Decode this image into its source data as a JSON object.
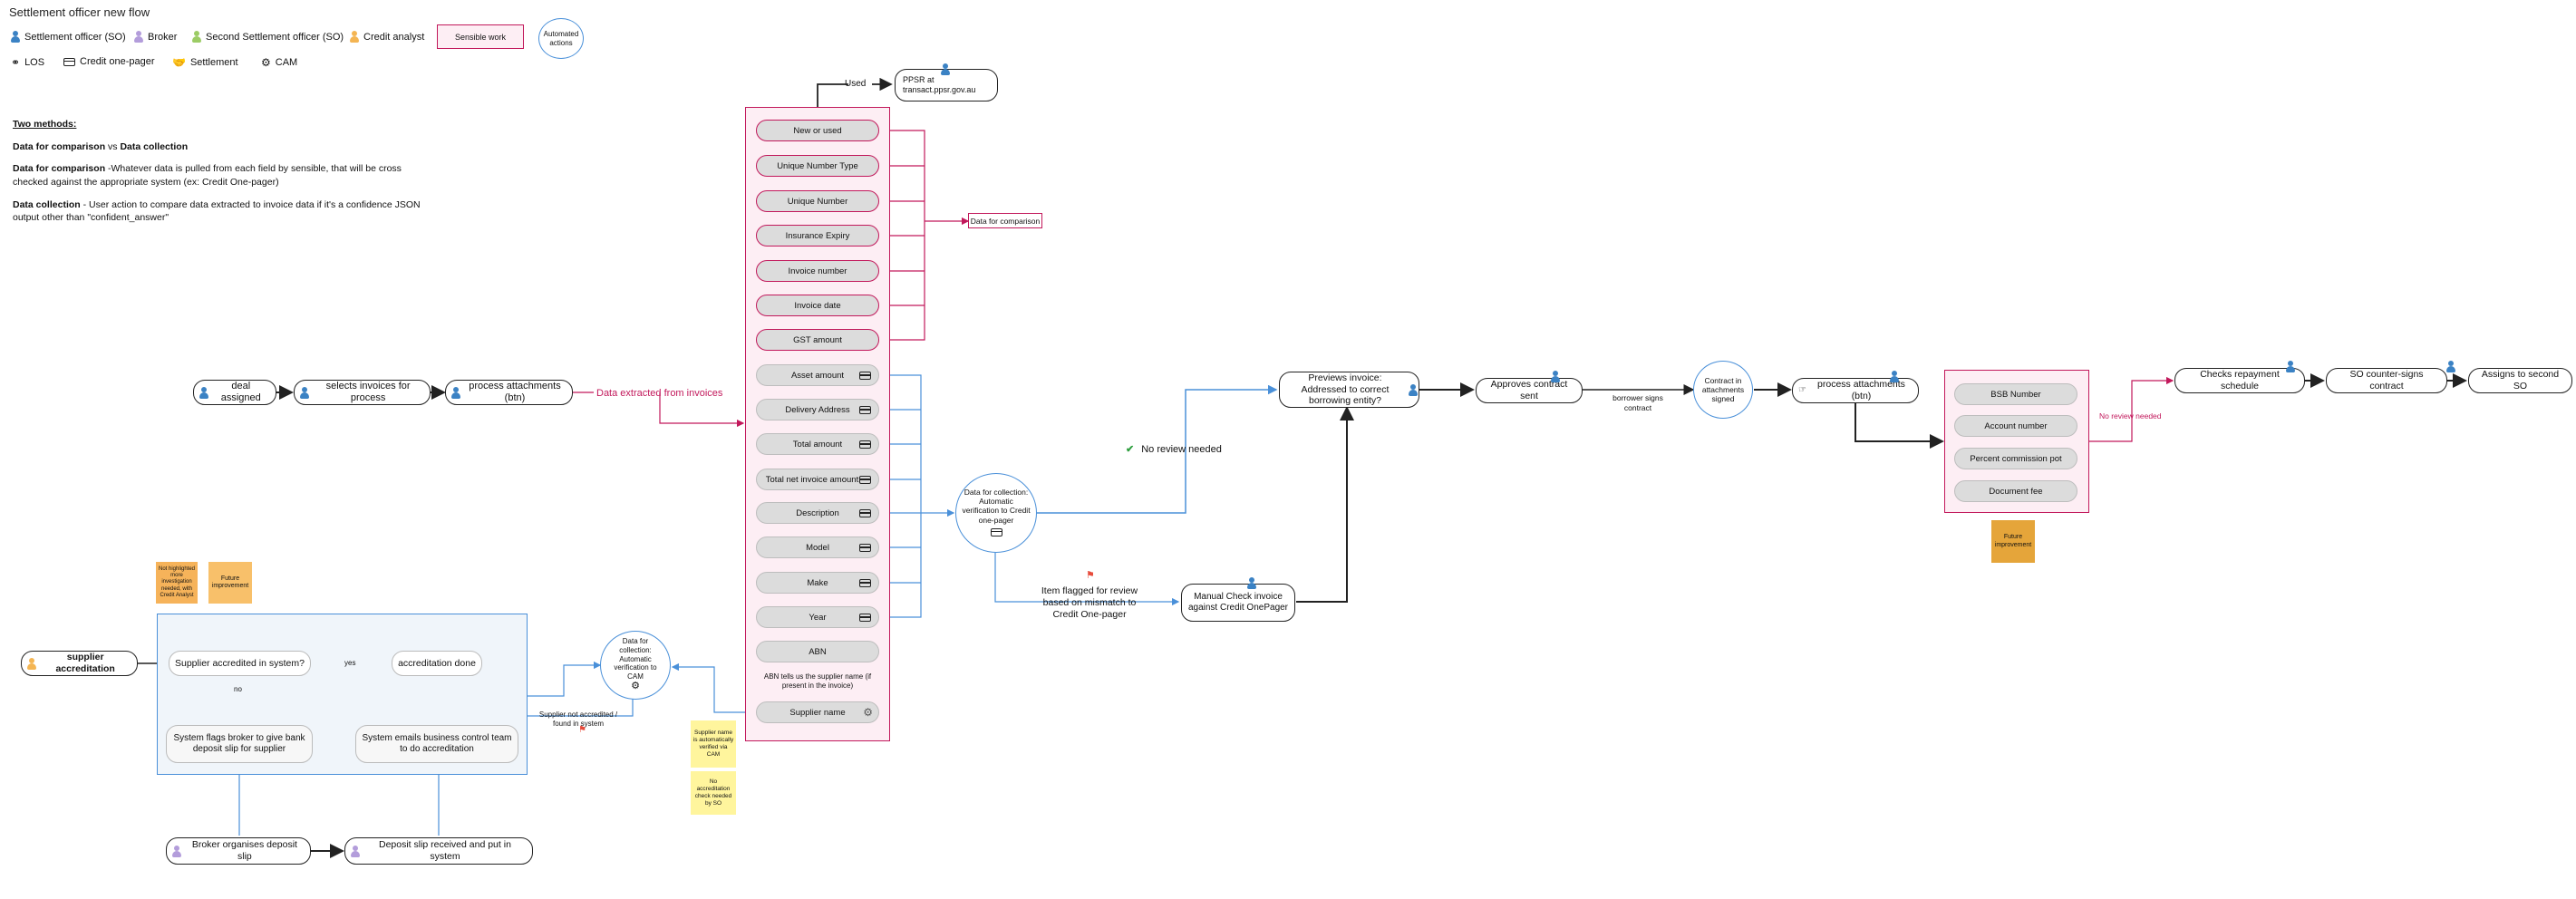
{
  "title": "Settlement officer new flow",
  "legend": {
    "roles": [
      {
        "label": "Settlement officer (SO)",
        "color": "#3b82c4"
      },
      {
        "label": "Broker",
        "color": "#b39ddb"
      },
      {
        "label": "Second Settlement officer (SO)",
        "color": "#9ccc65"
      },
      {
        "label": "Credit analyst",
        "color": "#f4b553"
      }
    ],
    "systems": [
      {
        "label": "LOS",
        "icon": "headset-icon"
      },
      {
        "label": "Credit one-pager",
        "icon": "card-icon"
      },
      {
        "label": "Settlement",
        "icon": "handshake-icon"
      },
      {
        "label": "CAM",
        "icon": "cam-icon"
      }
    ],
    "sensible_work": "Sensible work",
    "automated_actions": "Automated actions"
  },
  "notes": {
    "heading": "Two methods:",
    "line1_a": "Data for comparison",
    "line1_b": " vs ",
    "line1_c": "Data collection",
    "line2_a": "Data for comparison",
    "line2_b": " -Whatever data is pulled from each field  by sensible, that will be cross checked against the  appropriate system (ex: Credit One-pager)",
    "line3_a": "Data collection",
    "line3_b": " - User action to compare data extracted to invoice data if it's a confidence JSON output other than \"confident_answer\""
  },
  "main_flow": {
    "deal_assigned": "deal assigned",
    "selects_invoices": "selects invoices for process",
    "process_attachments": "process attachments (btn)",
    "data_extracted": "Data extracted from invoices"
  },
  "fields": {
    "comparison": [
      "New or used",
      "Unique Number Type",
      "Unique Number",
      "Insurance Expiry",
      "Invoice number",
      "Invoice date",
      "GST amount"
    ],
    "collection": [
      "Asset amount",
      "Delivery Address",
      "Total amount",
      "Total net invoice amount",
      "Description",
      "Model",
      "Make",
      "Year"
    ],
    "abn": "ABN",
    "supplier_name": "Supplier name"
  },
  "used_label": "Used",
  "ppsr": "PPSR at transact.ppsr.gov.au",
  "data_for_comparison": "Data for comparison",
  "abn_note": "ABN tells us the supplier name (if present in the invoice)",
  "collection_circle": "Data for collection: Automatic verification to Credit one-pager",
  "no_review": "No review needed",
  "flagged": "Item flagged for review based on mismatch to Credit One-pager",
  "manual_check": "Manual Check invoice against Credit OnePager",
  "previews_invoice": "Previews invoice: Addressed to correct borrowing entity?",
  "approves_contract": "Approves contract sent",
  "borrower_signs": "borrower signs contract",
  "contract_signed": "Contract in attachments signed",
  "process_attachments_2": "process attachments (btn)",
  "settlement_fields": [
    "BSB Number",
    "Account number",
    "Percent commission pot",
    "Document fee"
  ],
  "future_improvement": "Future improvement",
  "no_review_2": "No review needed",
  "checks_repayment": "Checks repayment schedule",
  "so_countersigns": "SO counter-signs contract",
  "assigns_second": "Assigns to second SO",
  "supplier": {
    "accreditation": "supplier accreditation",
    "accredited_q": "Supplier accredited in system?",
    "yes": "yes",
    "no": "no",
    "done": "accreditation done",
    "flags_broker": "System flags broker to give bank deposit slip for supplier",
    "emails_team": "System emails business control team to do accreditation",
    "broker_organises": "Broker organises deposit slip",
    "deposit_received": "Deposit slip received and put in system",
    "not_accredited": "Supplier not accredited / found in system",
    "cam_circle": "Data for collection: Automatic verification to  CAM",
    "sticky_not_highlighted": "Not highlighted more investigation needed, with Credit Analyst",
    "sticky_future": "Future improvement",
    "sticky_supplier_name": "Supplier name is automatically verified via CAM",
    "sticky_no_accreditation": "No accreditation check needed by SO"
  },
  "colors": {
    "pink": "#c2185b",
    "blue": "#4a90d9",
    "sticky_yellow": "#fff59d",
    "sticky_orange": "#f6b35a"
  }
}
